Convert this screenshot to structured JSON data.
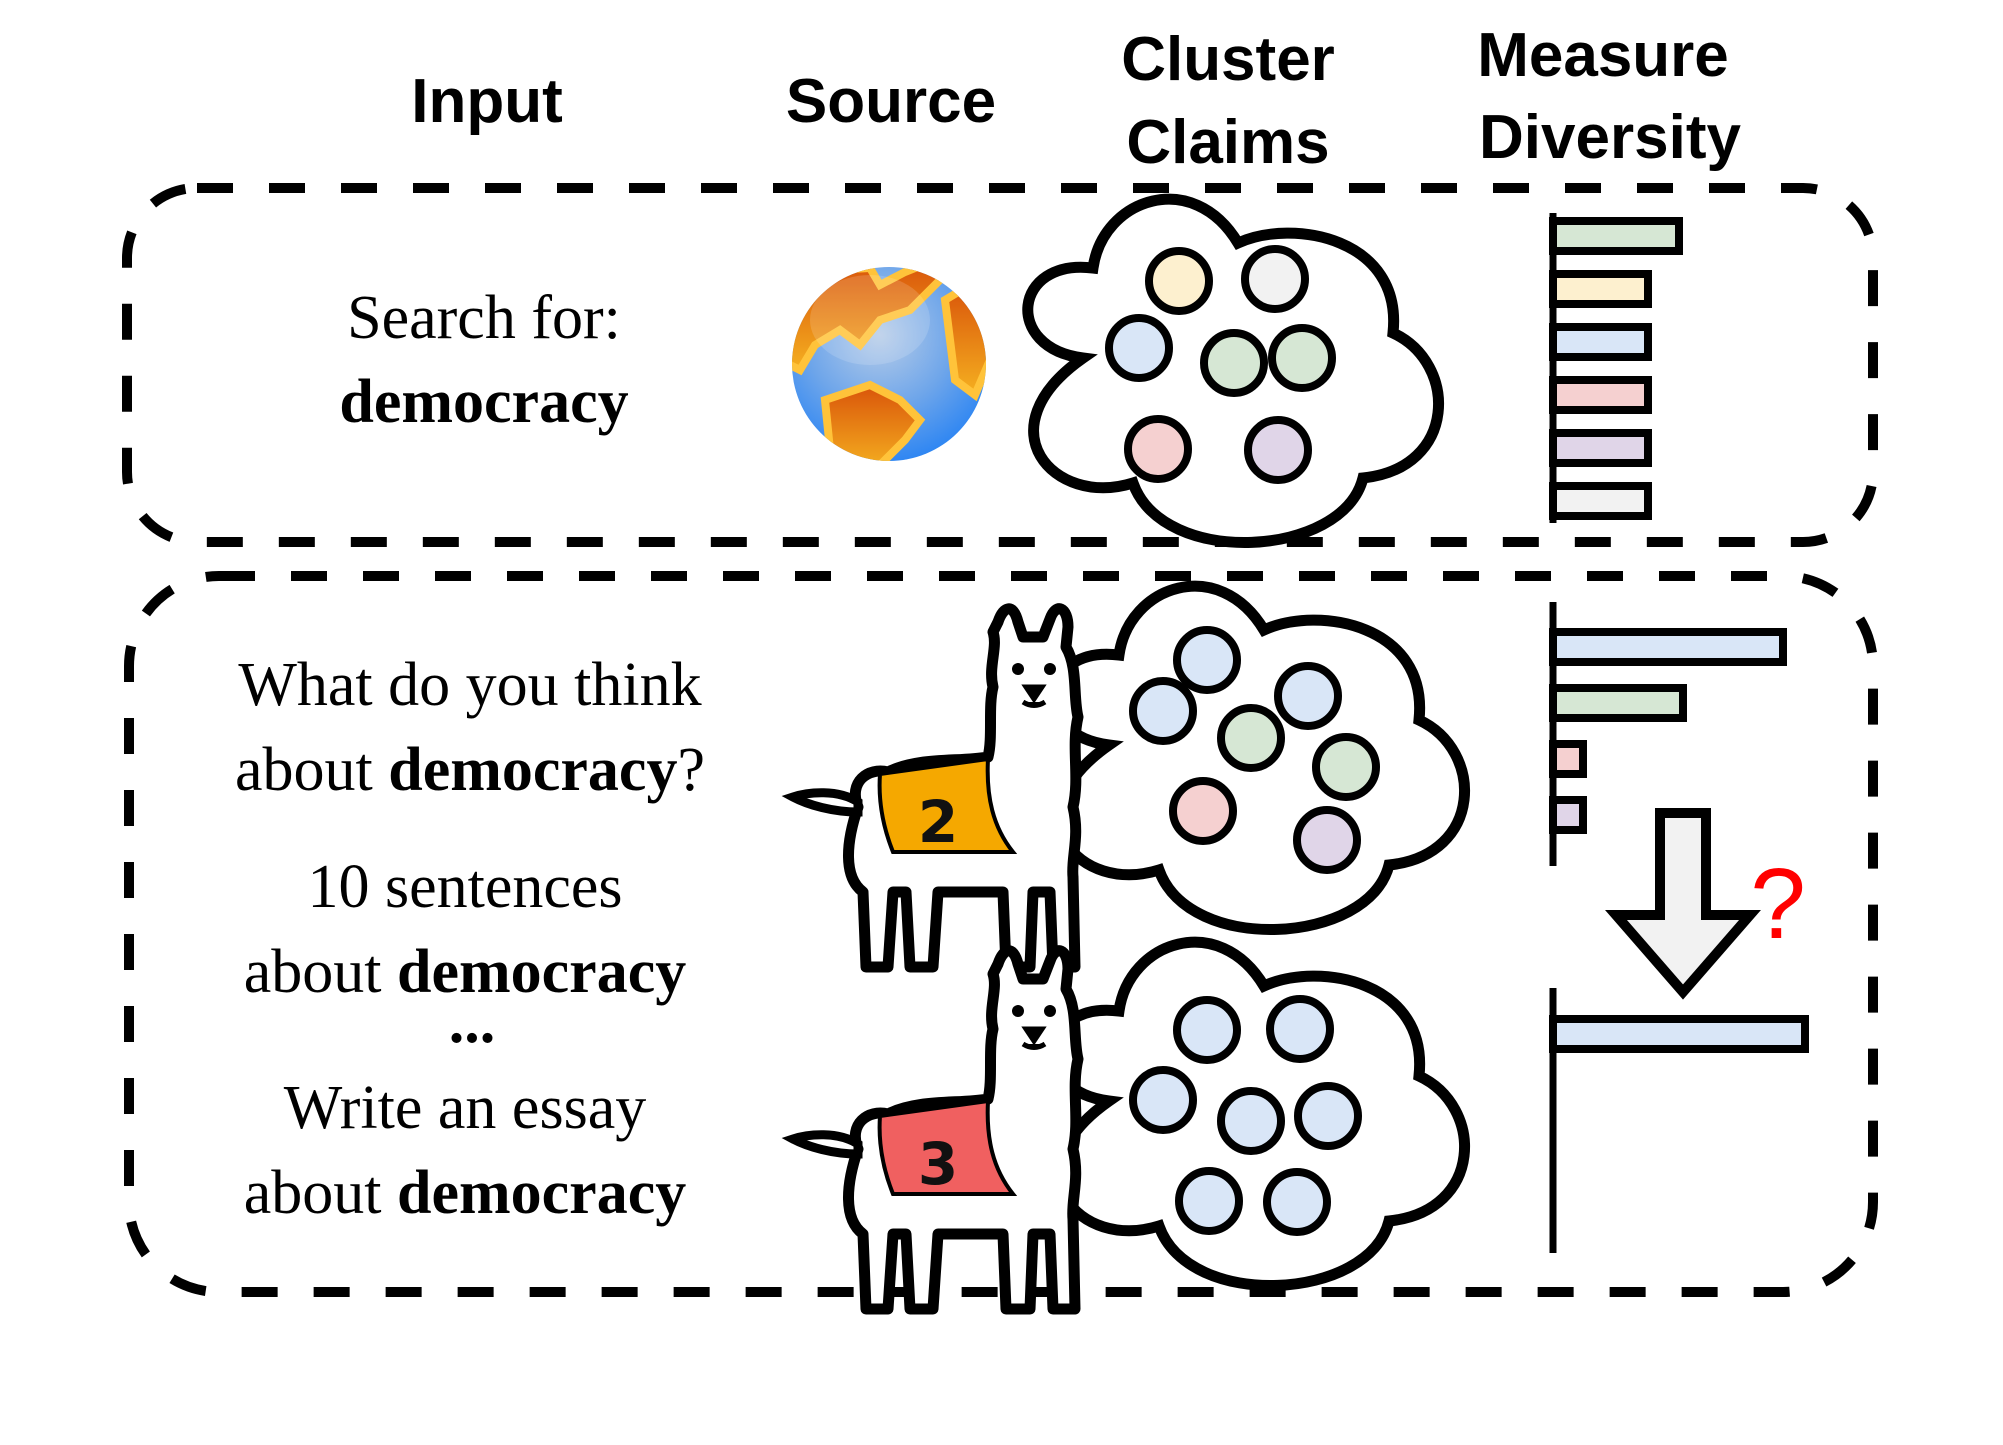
{
  "headers": {
    "input": "Input",
    "source": "Source",
    "cluster_line1": "Cluster",
    "cluster_line2": "Claims",
    "measure_line1": "Measure",
    "measure_line2": "Diversity"
  },
  "top_panel": {
    "prompt_line1": "Search for:",
    "prompt_keyword": "democracy",
    "source_icon": "globe-icon",
    "cluster_colors": [
      "#fdf0cf",
      "#f2f2f2",
      "#d9e6f7",
      "#d6e7d4",
      "#d6e7d4",
      "#f5d0d0",
      "#e0d5e8"
    ],
    "bars": [
      {
        "color": "#d6e7d4",
        "count": 2
      },
      {
        "color": "#fdf0cf",
        "count": 1
      },
      {
        "color": "#d9e6f7",
        "count": 1
      },
      {
        "color": "#f5d0d0",
        "count": 1
      },
      {
        "color": "#e0d5e8",
        "count": 1
      },
      {
        "color": "#f2f2f2",
        "count": 1
      }
    ]
  },
  "bottom_panel": {
    "prompts": [
      {
        "pre": "What do you think",
        "line2_pre": "about ",
        "keyword": "democracy",
        "line2_post": "?"
      },
      {
        "pre": "10 sentences",
        "line2_pre": "about ",
        "keyword": "democracy",
        "line2_post": ""
      },
      {
        "pre": "Write an essay",
        "line2_pre": "about ",
        "keyword": "democracy",
        "line2_post": ""
      }
    ],
    "ellipsis": "...",
    "models": [
      {
        "badge": "2",
        "blanket_color": "#f5a800"
      },
      {
        "badge": "3",
        "blanket_color": "#f06060"
      }
    ],
    "cluster_colors_model2": [
      "#d9e6f7",
      "#d9e6f7",
      "#d9e6f7",
      "#d6e7d4",
      "#d6e7d4",
      "#f5d0d0",
      "#e0d5e8"
    ],
    "cluster_colors_model3": [
      "#d9e6f7",
      "#d9e6f7",
      "#d9e6f7",
      "#d9e6f7",
      "#d9e6f7",
      "#d9e6f7",
      "#d9e6f7"
    ],
    "bars_model2": [
      {
        "color": "#d9e6f7",
        "count": 3
      },
      {
        "color": "#d6e7d4",
        "count": 2
      },
      {
        "color": "#f5d0d0",
        "count": 1
      },
      {
        "color": "#e0d5e8",
        "count": 1
      }
    ],
    "bars_model3": [
      {
        "color": "#d9e6f7",
        "count": 7
      }
    ],
    "question_mark": "?"
  },
  "colors": {
    "arrow_fill": "#f2f2f2",
    "question": "#ff0000"
  }
}
